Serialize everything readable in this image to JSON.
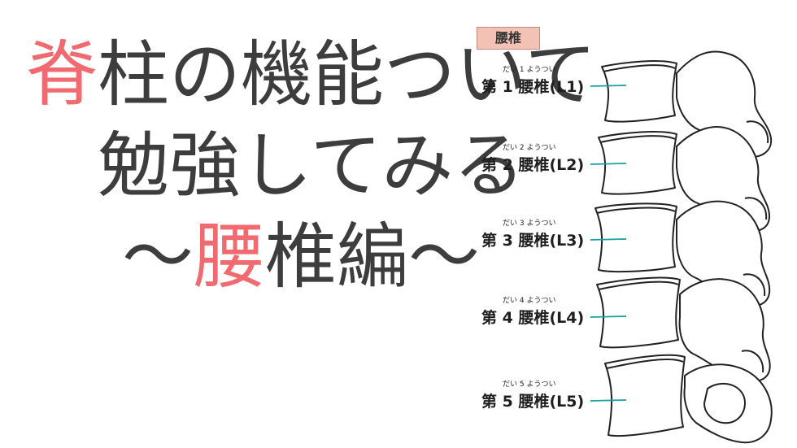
{
  "title": {
    "line1_accent": "脊",
    "line1_rest": "柱の機能ついて",
    "line2": "勉強してみる",
    "line3_prefix": "〜",
    "line3_accent": "腰",
    "line3_rest": "椎編〜"
  },
  "diagram": {
    "tag": "腰椎",
    "vertebrae": [
      {
        "ruby": "だい 1 ようつい",
        "label": "第 1 腰椎(L1)"
      },
      {
        "ruby": "だい 2 ようつい",
        "label": "第 2 腰椎(L2)"
      },
      {
        "ruby": "だい 3 ようつい",
        "label": "第 3 腰椎(L3)"
      },
      {
        "ruby": "だい 4 ようつい",
        "label": "第 4 腰椎(L4)"
      },
      {
        "ruby": "だい 5 ようつい",
        "label": "第 5 腰椎(L5)"
      }
    ],
    "colors": {
      "title_text": "#3d3d3d",
      "accent": "#f06a6f",
      "tag_bg": "#f4c2b5",
      "leader_line": "#1aa0a0",
      "outline": "#222222"
    }
  }
}
